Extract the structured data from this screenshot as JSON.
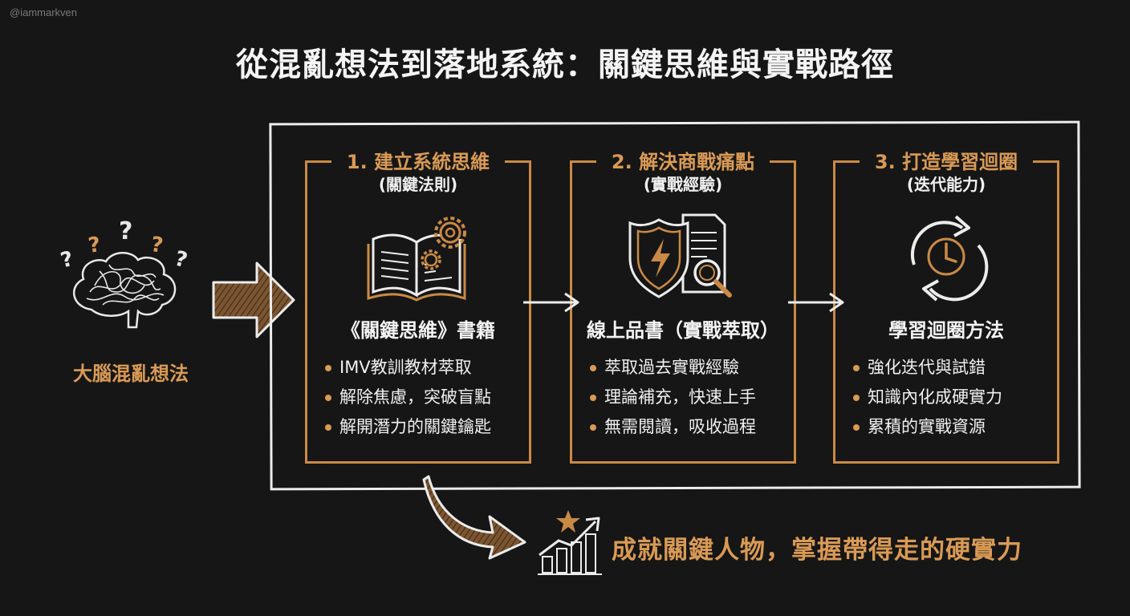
{
  "watermark": "@iammarkven",
  "title": "從混亂想法到落地系統：關鍵思維與實戰路徑",
  "brain": {
    "label": "大腦混亂想法",
    "marks": [
      "?",
      "?",
      "?",
      "?",
      "?"
    ]
  },
  "steps": [
    {
      "title": "1. 建立系統思維",
      "subtitle": "(關鍵法則)",
      "icon": "book-gear-icon",
      "heading": "《關鍵思維》書籍",
      "items": [
        "IMV教訓教材萃取",
        "解除焦慮，突破盲點",
        "解開潛力的關鍵鑰匙"
      ]
    },
    {
      "title": "2. 解決商戰痛點",
      "subtitle": "(實戰經驗)",
      "icon": "shield-document-icon",
      "heading": "線上品書（實戰萃取）",
      "items": [
        "萃取過去實戰經驗",
        "理論補充，快速上手",
        "無需閱讀，吸收過程"
      ]
    },
    {
      "title": "3. 打造學習迴圈",
      "subtitle": "(迭代能力)",
      "icon": "cycle-clock-icon",
      "heading": "學習迴圈方法",
      "items": [
        "強化迭代與試錯",
        "知識內化成硬實力",
        "累積的實戰資源"
      ]
    }
  ],
  "result": {
    "text": "成就關鍵人物，掌握帶得走的硬實力",
    "icon": "growth-chart-icon"
  },
  "colors": {
    "accent": "#d99a55",
    "background": "#161616",
    "frame": "#ececec"
  }
}
